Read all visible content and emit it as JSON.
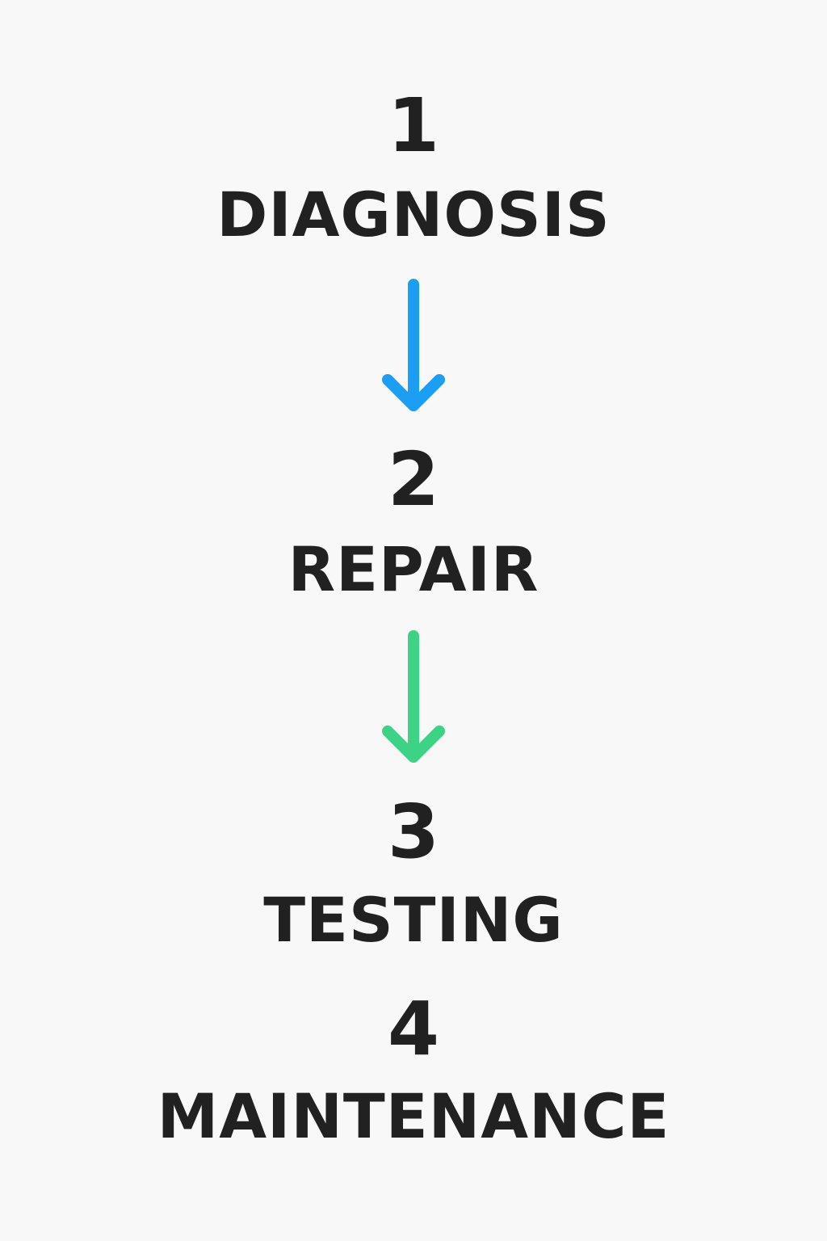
{
  "steps": [
    {
      "number": "1",
      "label": "DIAGNOSIS"
    },
    {
      "number": "2",
      "label": "REPAIR"
    },
    {
      "number": "3",
      "label": "TESTING"
    },
    {
      "number": "4",
      "label": "MAINTENANCE"
    }
  ],
  "arrows": [
    {
      "from": "DIAGNOSIS",
      "to": "REPAIR",
      "color": "#1a9ff5",
      "icon": "arrow-down-icon"
    },
    {
      "from": "REPAIR",
      "to": "TESTING",
      "color": "#3dd384",
      "icon": "arrow-down-icon"
    }
  ],
  "colors": {
    "text": "#212121",
    "background": "#f8f8f8"
  }
}
